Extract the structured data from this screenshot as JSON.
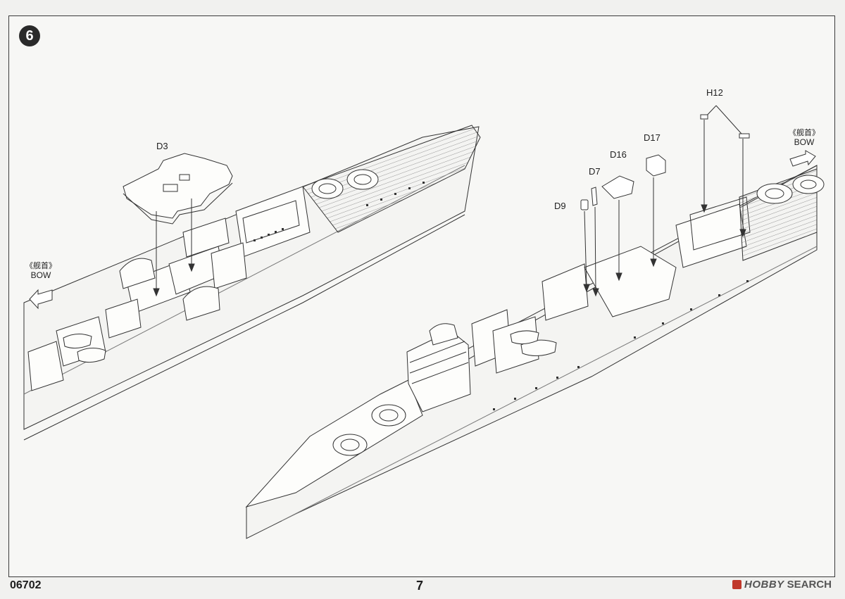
{
  "step": {
    "number": "6"
  },
  "parts": {
    "d3": "D3",
    "d16": "D16",
    "d17": "D17",
    "d7": "D7",
    "d9": "D9",
    "h12": "H12"
  },
  "bow_left": {
    "cn": "《舰首》",
    "en": "BOW"
  },
  "bow_right": {
    "cn": "《舰首》",
    "en": "BOW"
  },
  "footer": {
    "code": "06702",
    "page": "7"
  },
  "watermark": {
    "brand": "HOBBY",
    "suffix": "SEARCH"
  }
}
